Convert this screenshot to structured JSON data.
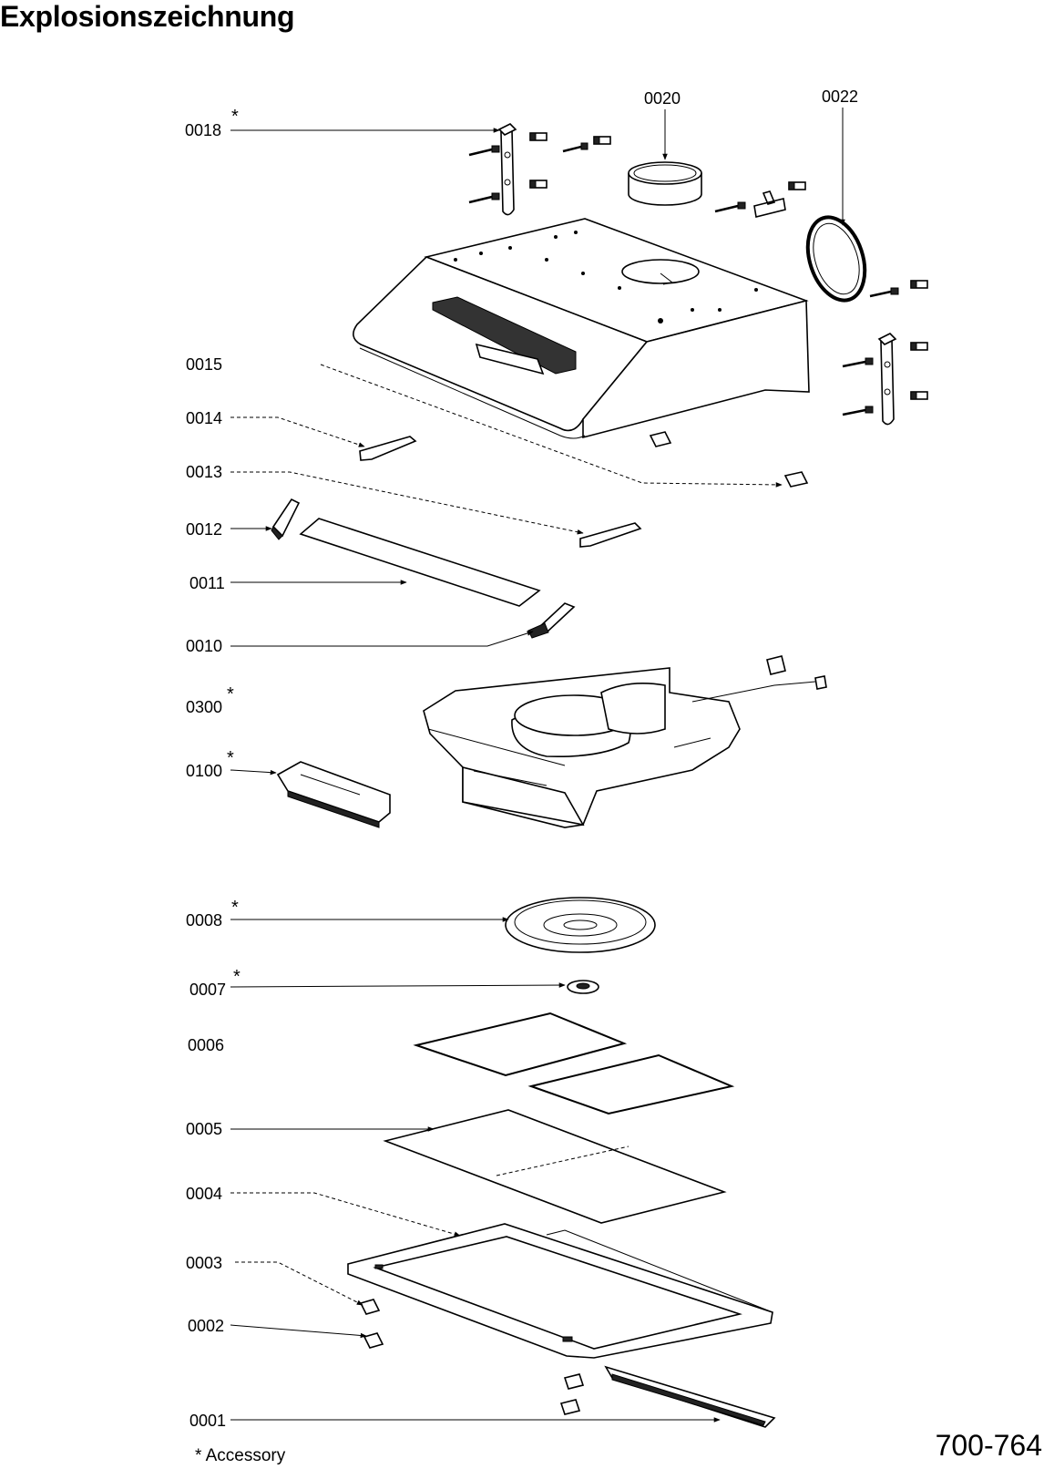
{
  "title": "Explosionszeichnung",
  "labels": {
    "p0018": "0018",
    "p0020": "0020",
    "p0022": "0022",
    "p0015": "0015",
    "p0014": "0014",
    "p0013": "0013",
    "p0012": "0012",
    "p0011": "0011",
    "p0010": "0010",
    "p0300": "0300",
    "p0100": "0100",
    "p0008": "0008",
    "p0007": "0007",
    "p0006": "0006",
    "p0005": "0005",
    "p0004": "0004",
    "p0003": "0003",
    "p0002": "0002",
    "p0001": "0001"
  },
  "accessory_mark": "*",
  "footnote": "* Accessory",
  "document_number": "700-764"
}
